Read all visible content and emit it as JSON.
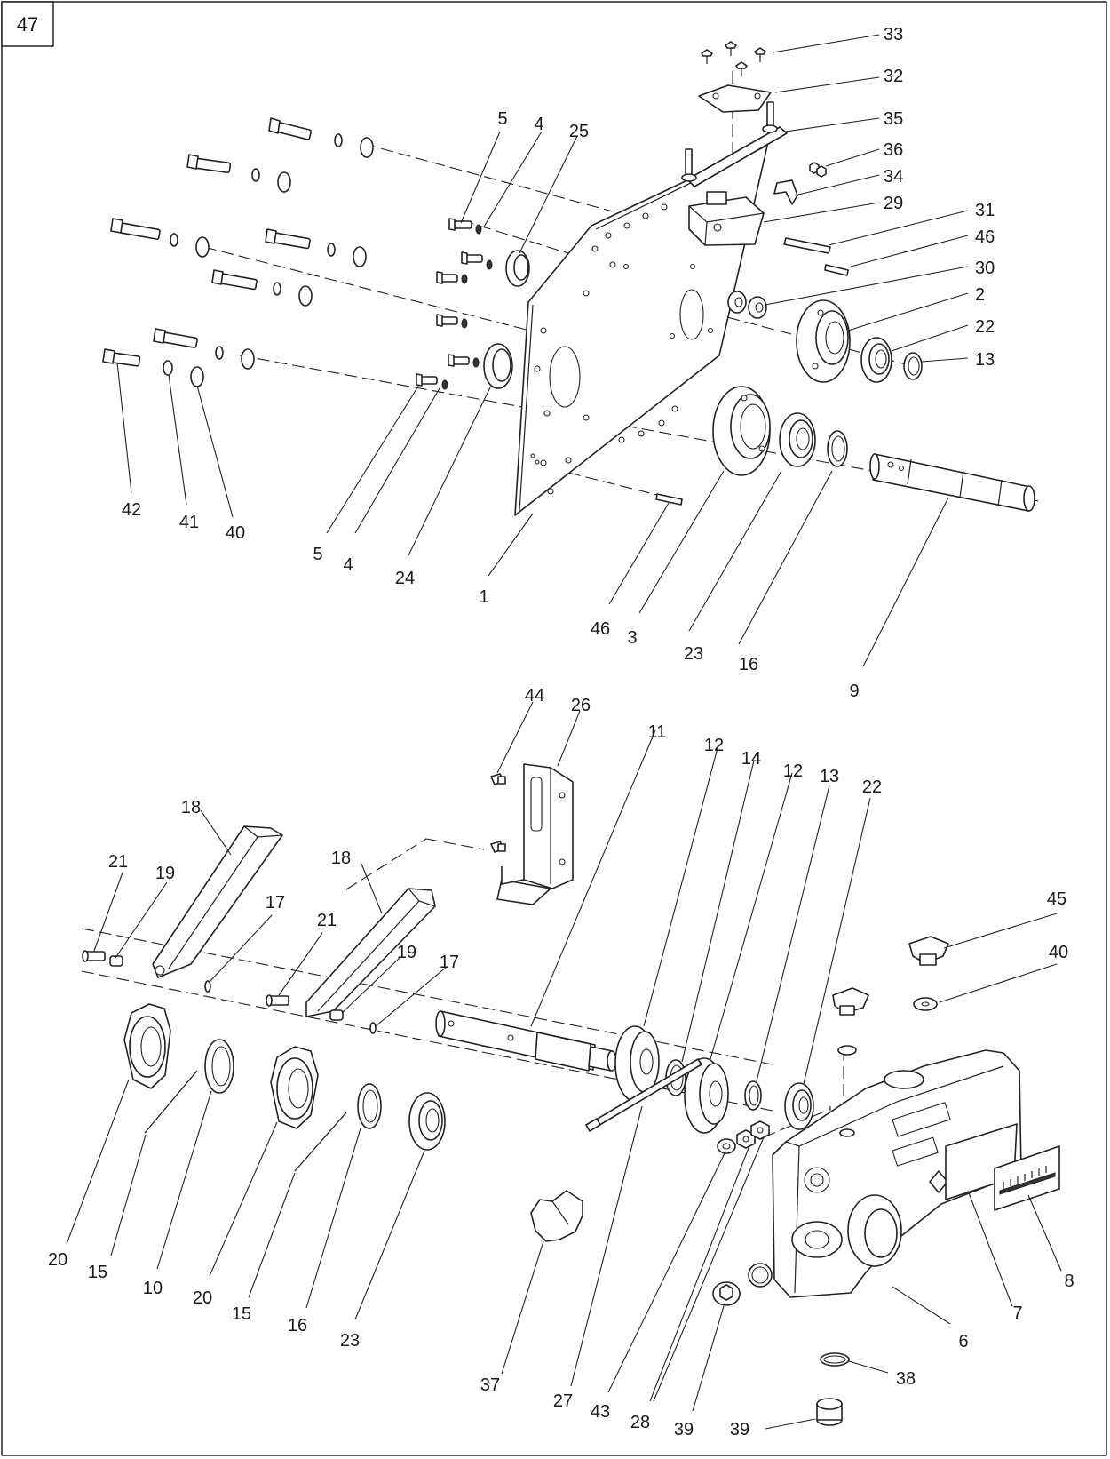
{
  "page_number": "47",
  "callouts": [
    "33",
    "32",
    "35",
    "36",
    "34",
    "29",
    "31",
    "46",
    "30",
    "2",
    "22",
    "13",
    "5",
    "4",
    "25",
    "42",
    "41",
    "40",
    "5",
    "4",
    "24",
    "1",
    "46",
    "3",
    "23",
    "16",
    "9",
    "44",
    "26",
    "11",
    "12",
    "14",
    "12",
    "13",
    "22",
    "18",
    "21",
    "19",
    "18",
    "17",
    "21",
    "19",
    "17",
    "45",
    "40",
    "20",
    "15",
    "10",
    "20",
    "15",
    "16",
    "23",
    "37",
    "27",
    "43",
    "28",
    "39",
    "6",
    "7",
    "8",
    "38",
    "39"
  ]
}
